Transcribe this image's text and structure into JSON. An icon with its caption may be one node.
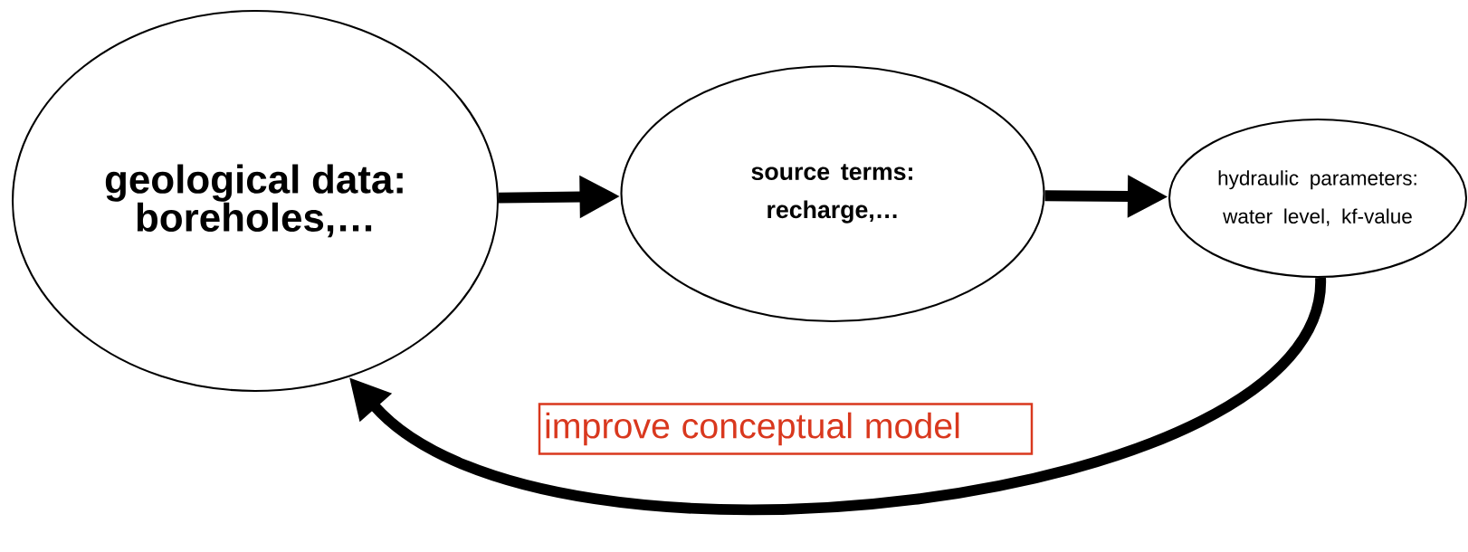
{
  "diagram": {
    "nodes": [
      {
        "text": [
          "geological data: boreholes,…"
        ]
      },
      {
        "text": [
          "source terms: recharge,…"
        ]
      },
      {
        "text": [
          "hydraulic parameters: water level, kf-value"
        ]
      },
      {
        "text": [
          "improve conceptual model"
        ]
      }
    ],
    "edges": [
      {
        "from": 0,
        "to": 1,
        "arrow": "to"
      },
      {
        "from": 1,
        "to": 2,
        "arrow": "to"
      },
      {
        "from": 2,
        "to": 0,
        "arrow": "to"
      }
    ]
  }
}
